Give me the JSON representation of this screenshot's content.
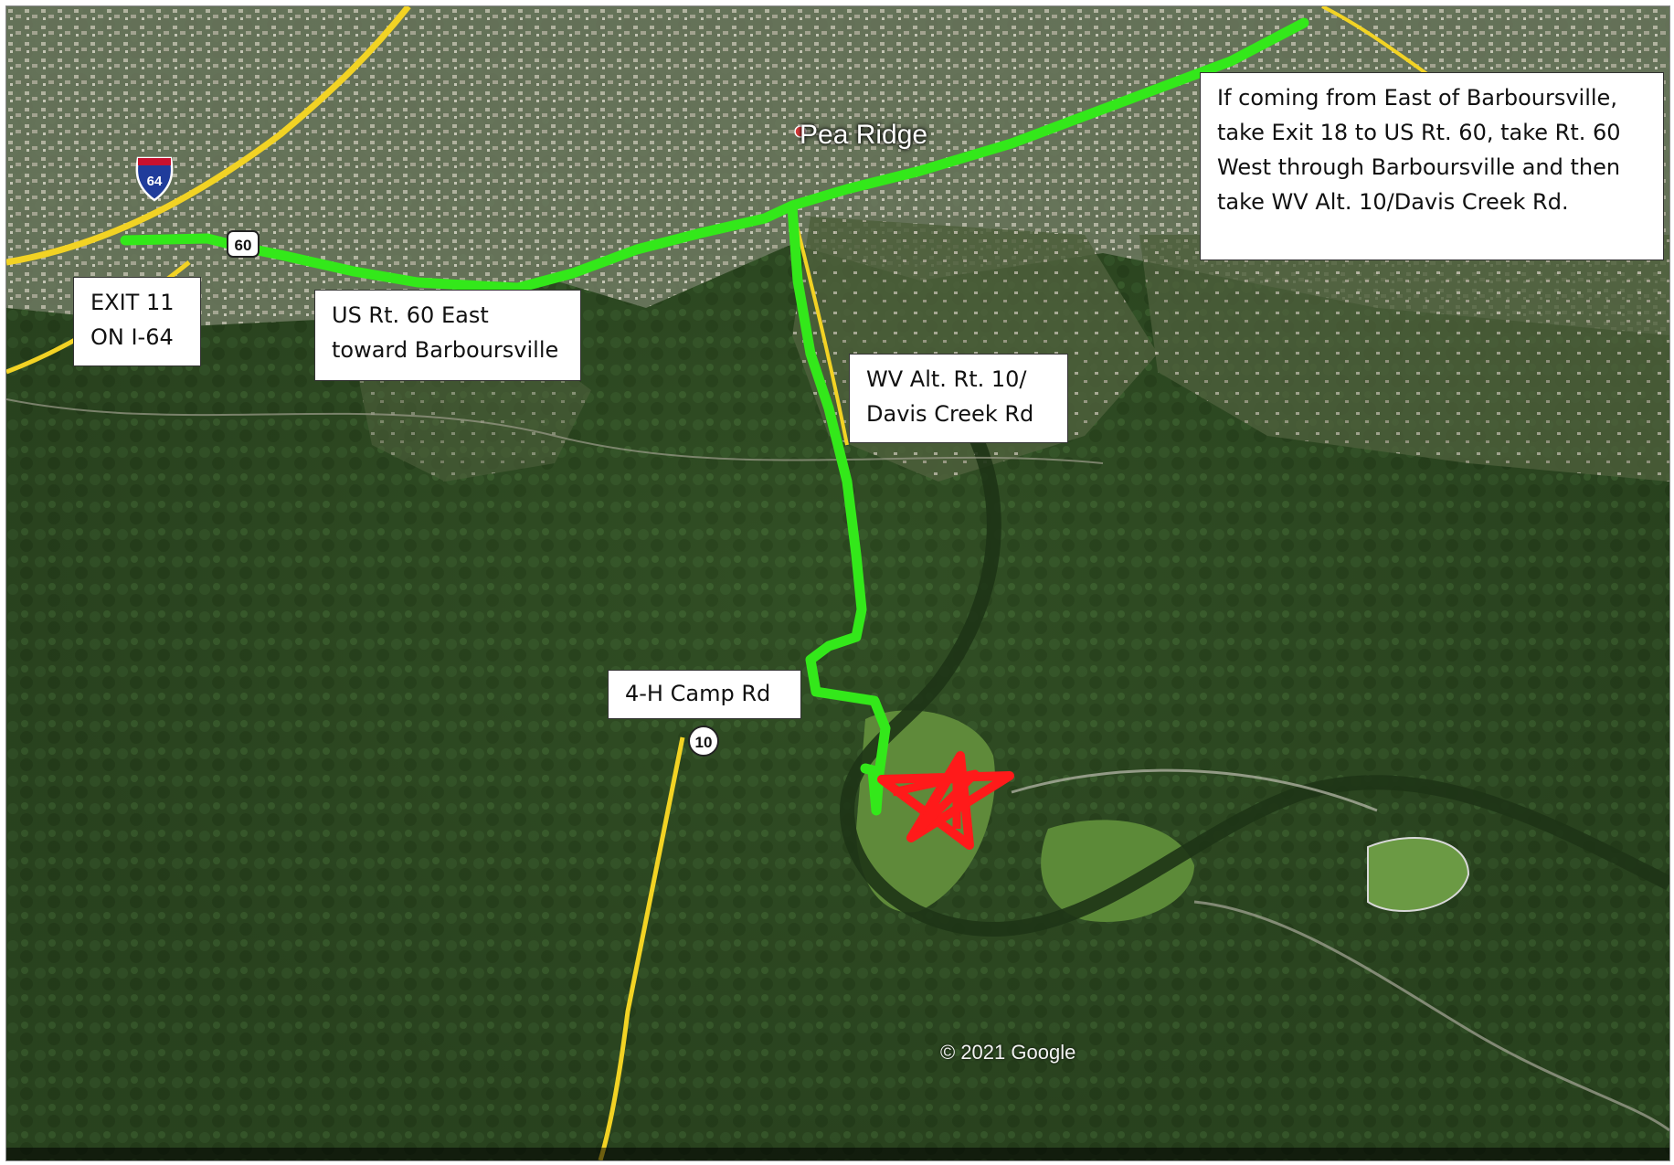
{
  "map": {
    "place_label": "Pea Ridge",
    "copyright": "© 2021 Google",
    "shields": {
      "interstate": "64",
      "us_route": "60",
      "state_route": "10"
    }
  },
  "callouts": {
    "exit": [
      "EXIT 11",
      "ON I-64"
    ],
    "us60": [
      "US Rt. 60 East",
      "toward Barboursville"
    ],
    "wv10": [
      "WV Alt. Rt. 10/",
      "Davis Creek Rd"
    ],
    "camp": [
      "4-H Camp Rd"
    ],
    "east": [
      "If coming from East of Barboursville,",
      "take Exit 18 to US Rt. 60, take Rt. 60",
      "West through Barboursville and then",
      "take WV Alt. 10/Davis Creek Rd."
    ]
  },
  "colors": {
    "route": "#33e81a",
    "destination_star": "#ff1a1a",
    "highway": "#f2d324",
    "terrain": "#2d4a22"
  }
}
